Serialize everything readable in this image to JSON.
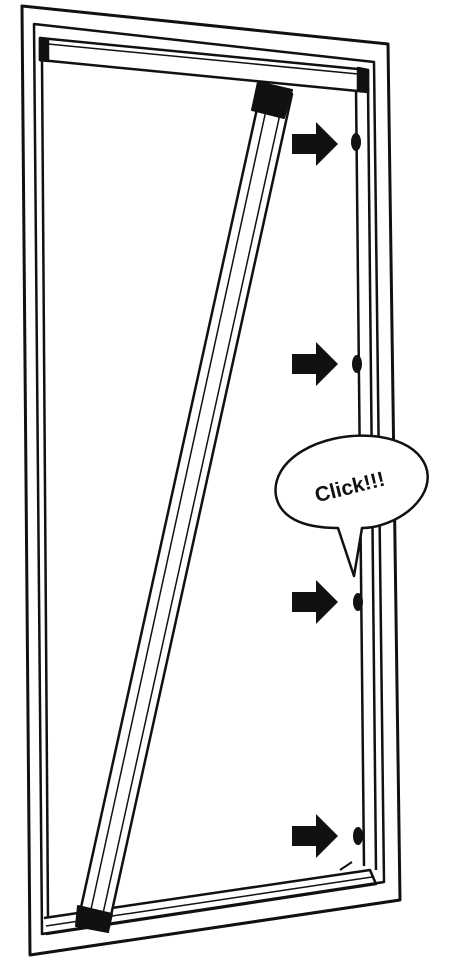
{
  "callout": {
    "text": "Click!!!"
  },
  "colors": {
    "ink": "#111111",
    "paper": "#ffffff"
  },
  "markers": {
    "arrow_count": 4,
    "clip_count": 4
  }
}
